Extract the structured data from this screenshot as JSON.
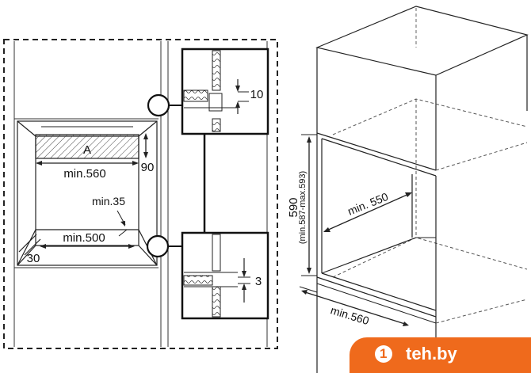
{
  "left": {
    "label_a": "A",
    "min_560": "min.560",
    "dim_90": "90",
    "min_35": "min.35",
    "min_500": "min.500",
    "dim_30": "30",
    "detail_top_10": "10",
    "detail_bottom_3": "3"
  },
  "right": {
    "dim_590": "590",
    "min_max": "(min.587-max.593)",
    "min_550": "min. 550",
    "min_560": "min.560"
  },
  "watermark": {
    "text": "teh.by",
    "icon": "1"
  }
}
